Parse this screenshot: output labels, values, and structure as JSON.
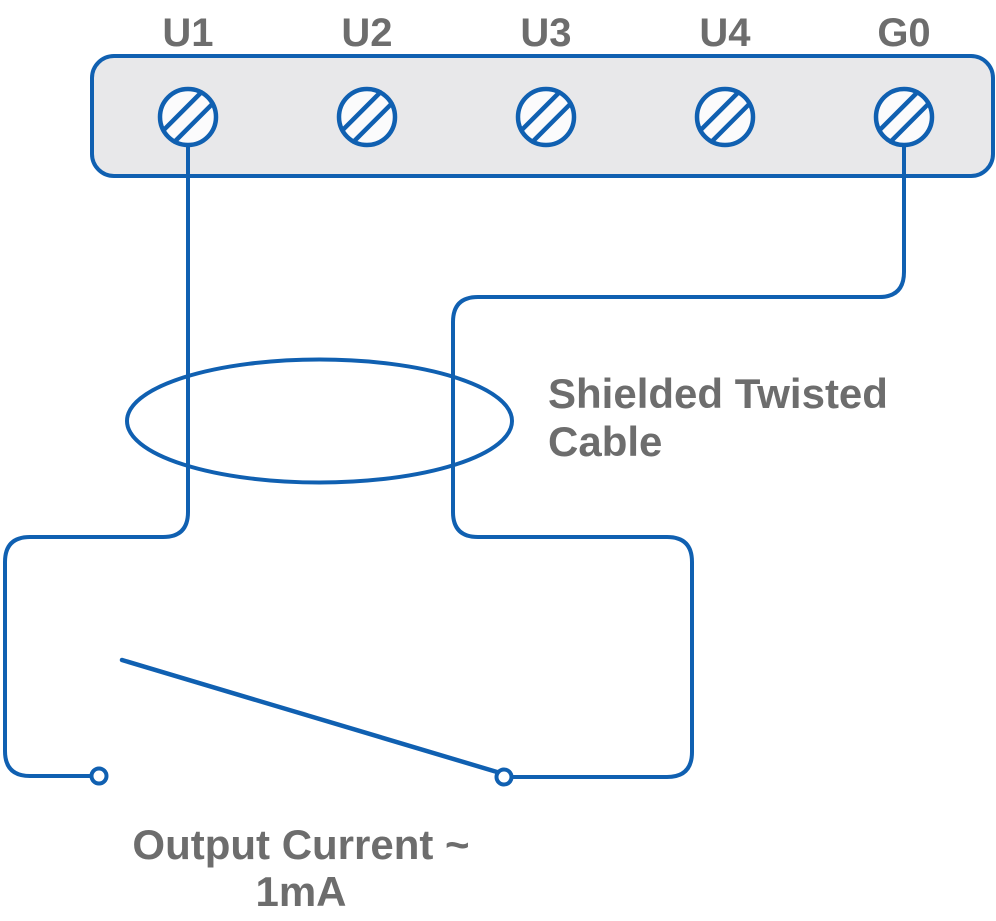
{
  "terminals": [
    {
      "label": "U1"
    },
    {
      "label": "U2"
    },
    {
      "label": "U3"
    },
    {
      "label": "U4"
    },
    {
      "label": "G0"
    }
  ],
  "labels": {
    "shielded_cable": [
      "Shielded Twisted",
      "Cable"
    ],
    "output_current": [
      "Output Current ~",
      "1mA"
    ]
  },
  "colors": {
    "wire_blue": "#1060b1",
    "text_gray": "#6d6d6d",
    "strip_fill": "#e8e8ea",
    "terminal_fill": "#fbfbfc",
    "background": "#ffffff"
  }
}
